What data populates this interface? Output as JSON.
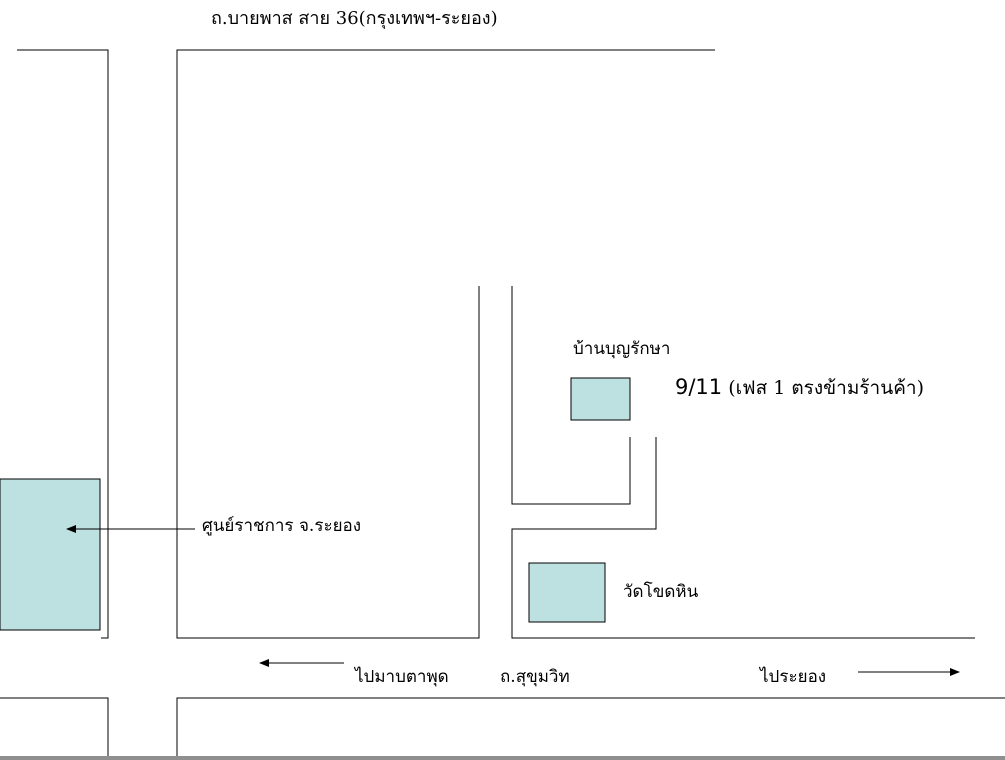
{
  "colors": {
    "building_fill": "#bde0e1",
    "stroke": "#000000"
  },
  "labels": {
    "highway": "ถ.บายพาส สาย 36(กรุงเทพฯ-ระยอง)",
    "house_name": "บ้านบุญรักษา",
    "house_number": "9/11",
    "house_detail": " (เฟส 1 ตรงข้ามร้านค้า)",
    "gov_center": "ศูนย์ราชการ จ.ระยอง",
    "temple": "วัดโขดหิน",
    "to_maptaphut": "ไปมาบตาพุด",
    "sukhumvit": "ถ.สุขุมวิท",
    "to_rayong": "ไประยอง"
  },
  "icons": {
    "left_arrow": "arrow-left-icon",
    "right_arrow": "arrow-right-icon"
  }
}
